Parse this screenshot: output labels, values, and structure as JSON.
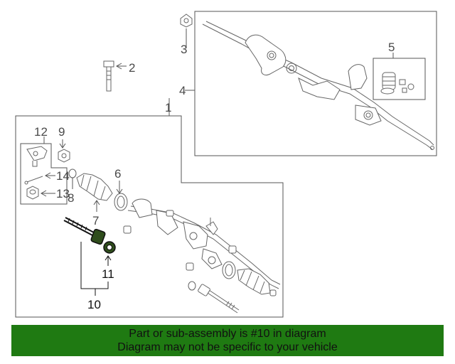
{
  "callouts": {
    "c1": "1",
    "c2": "2",
    "c3": "3",
    "c4": "4",
    "c5": "5",
    "c6": "6",
    "c7": "7",
    "c8": "8",
    "c9": "9",
    "c10": "10",
    "c11": "11",
    "c12": "12",
    "c13": "13",
    "c14": "14"
  },
  "banner": {
    "line1": "Part or sub-assembly is #10 in diagram",
    "line2": "Diagram may not be specific to your vehicle"
  },
  "colors": {
    "banner_bg": "#1f7a12",
    "line": "#555555",
    "part_fill": "#ffffff",
    "highlight": "#111111",
    "highlight_fill": "#2f4d1c"
  },
  "highlighted_part": "10"
}
